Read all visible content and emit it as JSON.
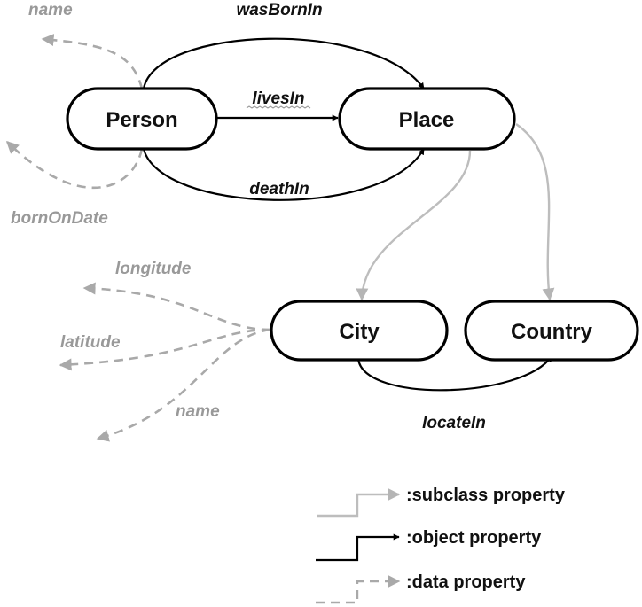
{
  "nodes": {
    "person": "Person",
    "place": "Place",
    "city": "City",
    "country": "Country"
  },
  "object_properties": {
    "was_born_in": "wasBornIn",
    "lives_in": "livesIn",
    "death_in": "deathIn",
    "locate_in": "locateIn"
  },
  "data_properties": {
    "person_name": "name",
    "born_on_date": "bornOnDate",
    "longitude": "longitude",
    "latitude": "latitude",
    "city_name": "name"
  },
  "legend": {
    "subclass": ":subclass property",
    "object": ":object property",
    "data": ":data property"
  },
  "colors": {
    "object_edge": "#000000",
    "subclass_edge": "#bdbdbd",
    "data_edge": "#a9a9a9",
    "data_label": "#999999"
  }
}
